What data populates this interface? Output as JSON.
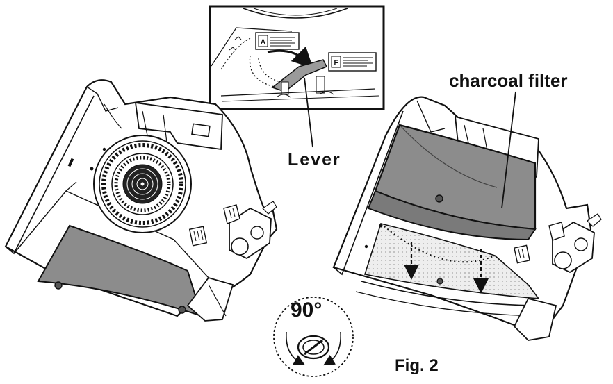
{
  "labels": {
    "charcoal_filter": "charcoal filter",
    "lever": "Lever",
    "figure": "Fig. 2",
    "rotation": "90°"
  },
  "inset": {
    "tag_a": "A",
    "tag_f": "F"
  },
  "colors": {
    "ink": "#111111",
    "filter_fill": "#8c8c8c",
    "filter_grey_light": "#cfcfcf",
    "grease_filter_fill": "#eeeeee",
    "background": "#ffffff"
  }
}
